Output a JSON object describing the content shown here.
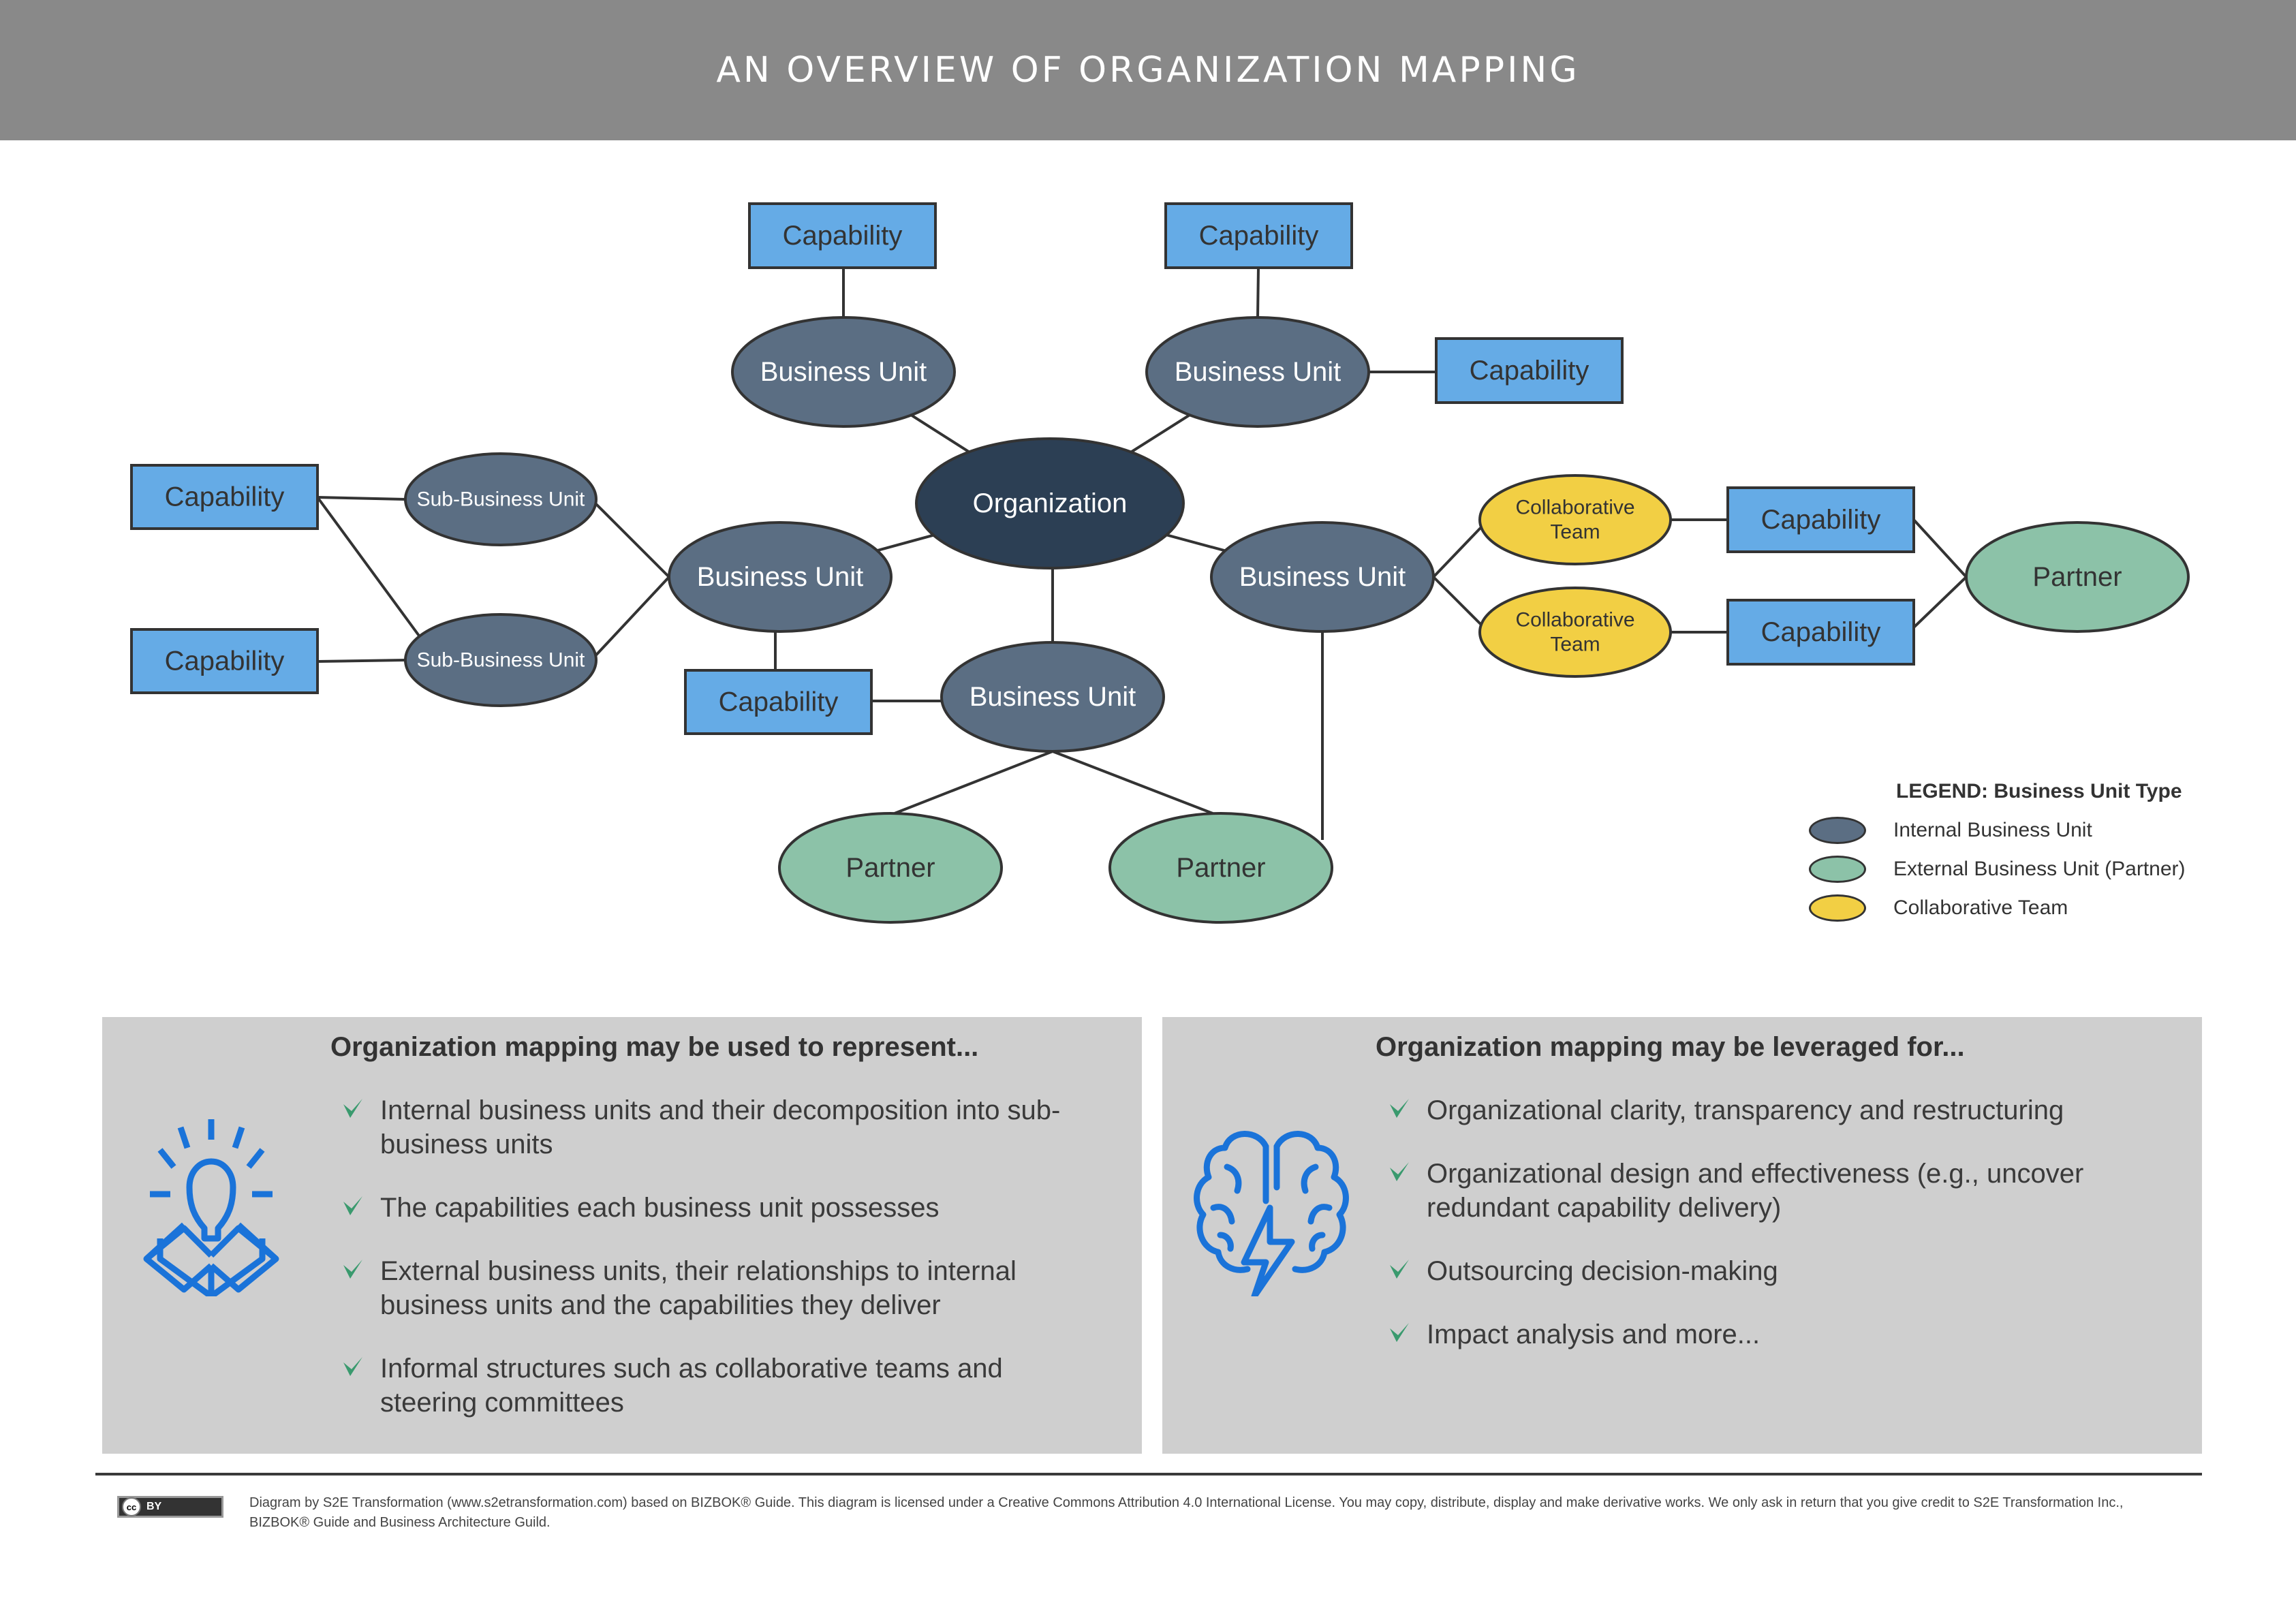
{
  "header": {
    "title": "AN OVERVIEW OF ORGANIZATION MAPPING"
  },
  "colors": {
    "header_bg": "#898989",
    "organization": "#2c3f54",
    "internal_bu": "#5b6e83",
    "external_bu": "#8cc2a8",
    "collaborative_team": "#f2cf44",
    "capability": "#65abe6",
    "icon_blue": "#1a73d9",
    "check_green": "#3a9a6e",
    "panel_bg": "#cfcfcf"
  },
  "diagram": {
    "organization": {
      "label": "Organization"
    },
    "business_units": [
      {
        "id": "bu_top_left",
        "label": "Business Unit"
      },
      {
        "id": "bu_top_right",
        "label": "Business Unit"
      },
      {
        "id": "bu_left",
        "label": "Business Unit"
      },
      {
        "id": "bu_right",
        "label": "Business Unit"
      },
      {
        "id": "bu_bottom",
        "label": "Business Unit"
      }
    ],
    "sub_business_units": [
      {
        "id": "sbu_top",
        "label": "Sub-Business Unit"
      },
      {
        "id": "sbu_bottom",
        "label": "Sub-Business Unit"
      }
    ],
    "capabilities": [
      {
        "id": "cap_1",
        "label": "Capability"
      },
      {
        "id": "cap_2",
        "label": "Capability"
      },
      {
        "id": "cap_3",
        "label": "Capability"
      },
      {
        "id": "cap_4",
        "label": "Capability"
      },
      {
        "id": "cap_5",
        "label": "Capability"
      },
      {
        "id": "cap_6",
        "label": "Capability"
      },
      {
        "id": "cap_7",
        "label": "Capability"
      },
      {
        "id": "cap_8",
        "label": "Capability"
      }
    ],
    "collaborative_teams": [
      {
        "id": "ct_top",
        "label_line1": "Collaborative",
        "label_line2": "Team"
      },
      {
        "id": "ct_bottom",
        "label_line1": "Collaborative",
        "label_line2": "Team"
      }
    ],
    "partners": [
      {
        "id": "partner_right",
        "label": "Partner"
      },
      {
        "id": "partner_bottom_left",
        "label": "Partner"
      },
      {
        "id": "partner_bottom_right",
        "label": "Partner"
      }
    ],
    "connections": [
      [
        "org",
        "bu_top_left"
      ],
      [
        "org",
        "bu_top_right"
      ],
      [
        "org",
        "bu_left"
      ],
      [
        "org",
        "bu_right"
      ],
      [
        "org",
        "bu_bottom"
      ],
      [
        "bu_top_left",
        "cap_1"
      ],
      [
        "bu_top_right",
        "cap_2"
      ],
      [
        "bu_top_right",
        "cap_3"
      ],
      [
        "bu_left",
        "sbu_top"
      ],
      [
        "bu_left",
        "sbu_bottom"
      ],
      [
        "bu_left",
        "cap_6"
      ],
      [
        "sbu_top",
        "cap_4"
      ],
      [
        "sbu_bottom",
        "cap_4"
      ],
      [
        "sbu_bottom",
        "cap_5"
      ],
      [
        "bu_bottom",
        "cap_6"
      ],
      [
        "bu_bottom",
        "partner_bottom_left"
      ],
      [
        "bu_bottom",
        "partner_bottom_right"
      ],
      [
        "bu_right",
        "partner_bottom_right"
      ],
      [
        "bu_right",
        "ct_top"
      ],
      [
        "bu_right",
        "ct_bottom"
      ],
      [
        "ct_top",
        "cap_7"
      ],
      [
        "ct_bottom",
        "cap_8"
      ],
      [
        "cap_7",
        "partner_right"
      ],
      [
        "cap_8",
        "partner_right"
      ]
    ]
  },
  "legend": {
    "title": "LEGEND: Business Unit Type",
    "items": [
      {
        "label": "Internal Business Unit",
        "color": "#5b6e83"
      },
      {
        "label": "External Business Unit (Partner)",
        "color": "#8cc2a8"
      },
      {
        "label": "Collaborative Team",
        "color": "#f2cf44"
      }
    ]
  },
  "panels": [
    {
      "title": "Organization mapping may be used to represent...",
      "icon": "lightbulb-box-icon",
      "bullets": [
        "Internal business units and their decomposition into sub-business units",
        "The capabilities each business unit possesses",
        "External business units, their relationships to internal business units and the capabilities they deliver",
        "Informal structures such as collaborative teams and steering committees"
      ]
    },
    {
      "title": "Organization mapping may be leveraged for...",
      "icon": "brain-lightning-icon",
      "bullets": [
        "Organizational clarity, transparency and restructuring",
        "Organizational design and effectiveness (e.g., uncover redundant capability delivery)",
        "Outsourcing decision-making",
        "Impact analysis and more..."
      ]
    }
  ],
  "footer": {
    "license_badge": {
      "cc": "cc",
      "by": "BY"
    },
    "text": "Diagram by S2E Transformation (www.s2etransformation.com) based on BIZBOK® Guide. This diagram is licensed under a Creative Commons Attribution 4.0 International License. You may copy, distribute, display and make derivative works. We only ask in return that you give credit to S2E Transformation Inc., BIZBOK® Guide and Business Architecture Guild."
  }
}
